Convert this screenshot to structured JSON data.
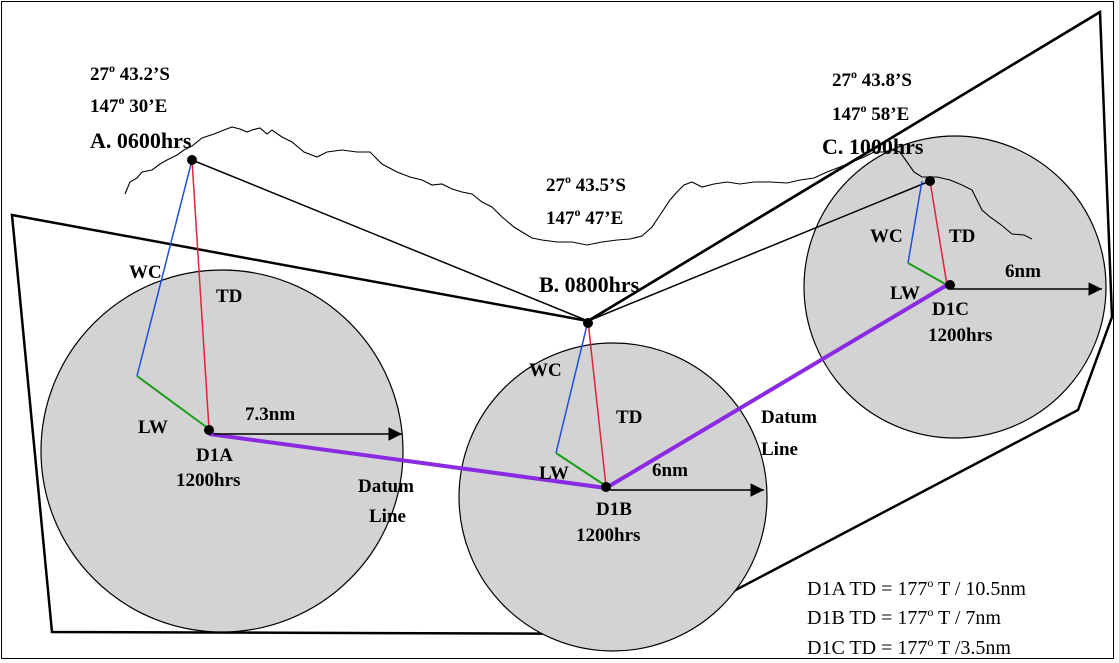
{
  "positions": {
    "a": {
      "lat": "27",
      "lat_min": " 43.2’S",
      "lon": "147",
      "lon_min": " 30’E",
      "fix": "A.  0600hrs"
    },
    "b": {
      "lat": "27",
      "lat_min": " 43.5’S",
      "lon": "147",
      "lon_min": " 47’E",
      "fix": "B.  0800hrs"
    },
    "c": {
      "lat": "27",
      "lat_min": " 43.8’S",
      "lon": "147",
      "lon_min": " 58’E",
      "fix": "C.  1000hrs"
    }
  },
  "degree_symbol": "o",
  "vector_labels": {
    "wc": "WC",
    "td": "TD",
    "lw": "LW"
  },
  "datums": {
    "d1a": {
      "name": "D1A",
      "time": "1200hrs",
      "radius": "7.3nm"
    },
    "d1b": {
      "name": "D1B",
      "time": "1200hrs",
      "radius": "6nm"
    },
    "d1c": {
      "name": "D1C",
      "time": "1200hrs",
      "radius": "6nm"
    }
  },
  "datum_line": {
    "line1": "Datum",
    "line2": "Line"
  },
  "legend": {
    "d1a": {
      "prefix": "D1A TD = 177",
      "suffix": "  T / 10.5nm"
    },
    "d1b": {
      "prefix": "D1B TD = 177",
      "suffix": "  T / 7nm"
    },
    "d1c": {
      "prefix": "D1C TD = 177",
      "suffix": "  T /3.5nm"
    }
  },
  "colors": {
    "circle_fill": "#d3d3d3",
    "water_current": "#1f4fd8",
    "total_drift": "#e0233b",
    "leeway": "#1a9e1a",
    "datum_line": "#8a2be2"
  }
}
